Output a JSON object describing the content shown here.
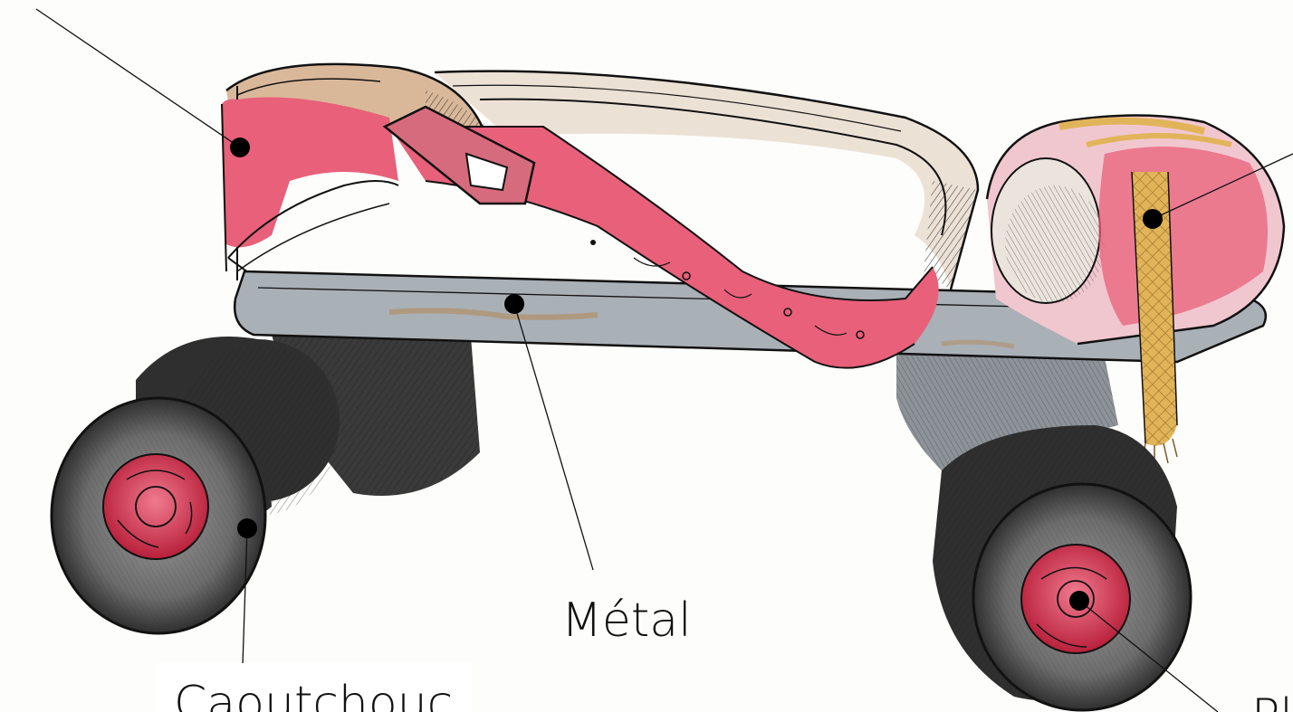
{
  "labels": {
    "metal": "Métal",
    "caoutchouc": "Caoutchouc",
    "bottom_right": "Pl"
  },
  "colors": {
    "strap_pink": "#e8607a",
    "strap_tan": "#d9b89a",
    "metal_gray": "#a9b0b6",
    "rubber_dark": "#3c3c3c",
    "hub_red": "#d8344e",
    "rope_yellow": "#e2b45a",
    "ink": "#111111"
  }
}
